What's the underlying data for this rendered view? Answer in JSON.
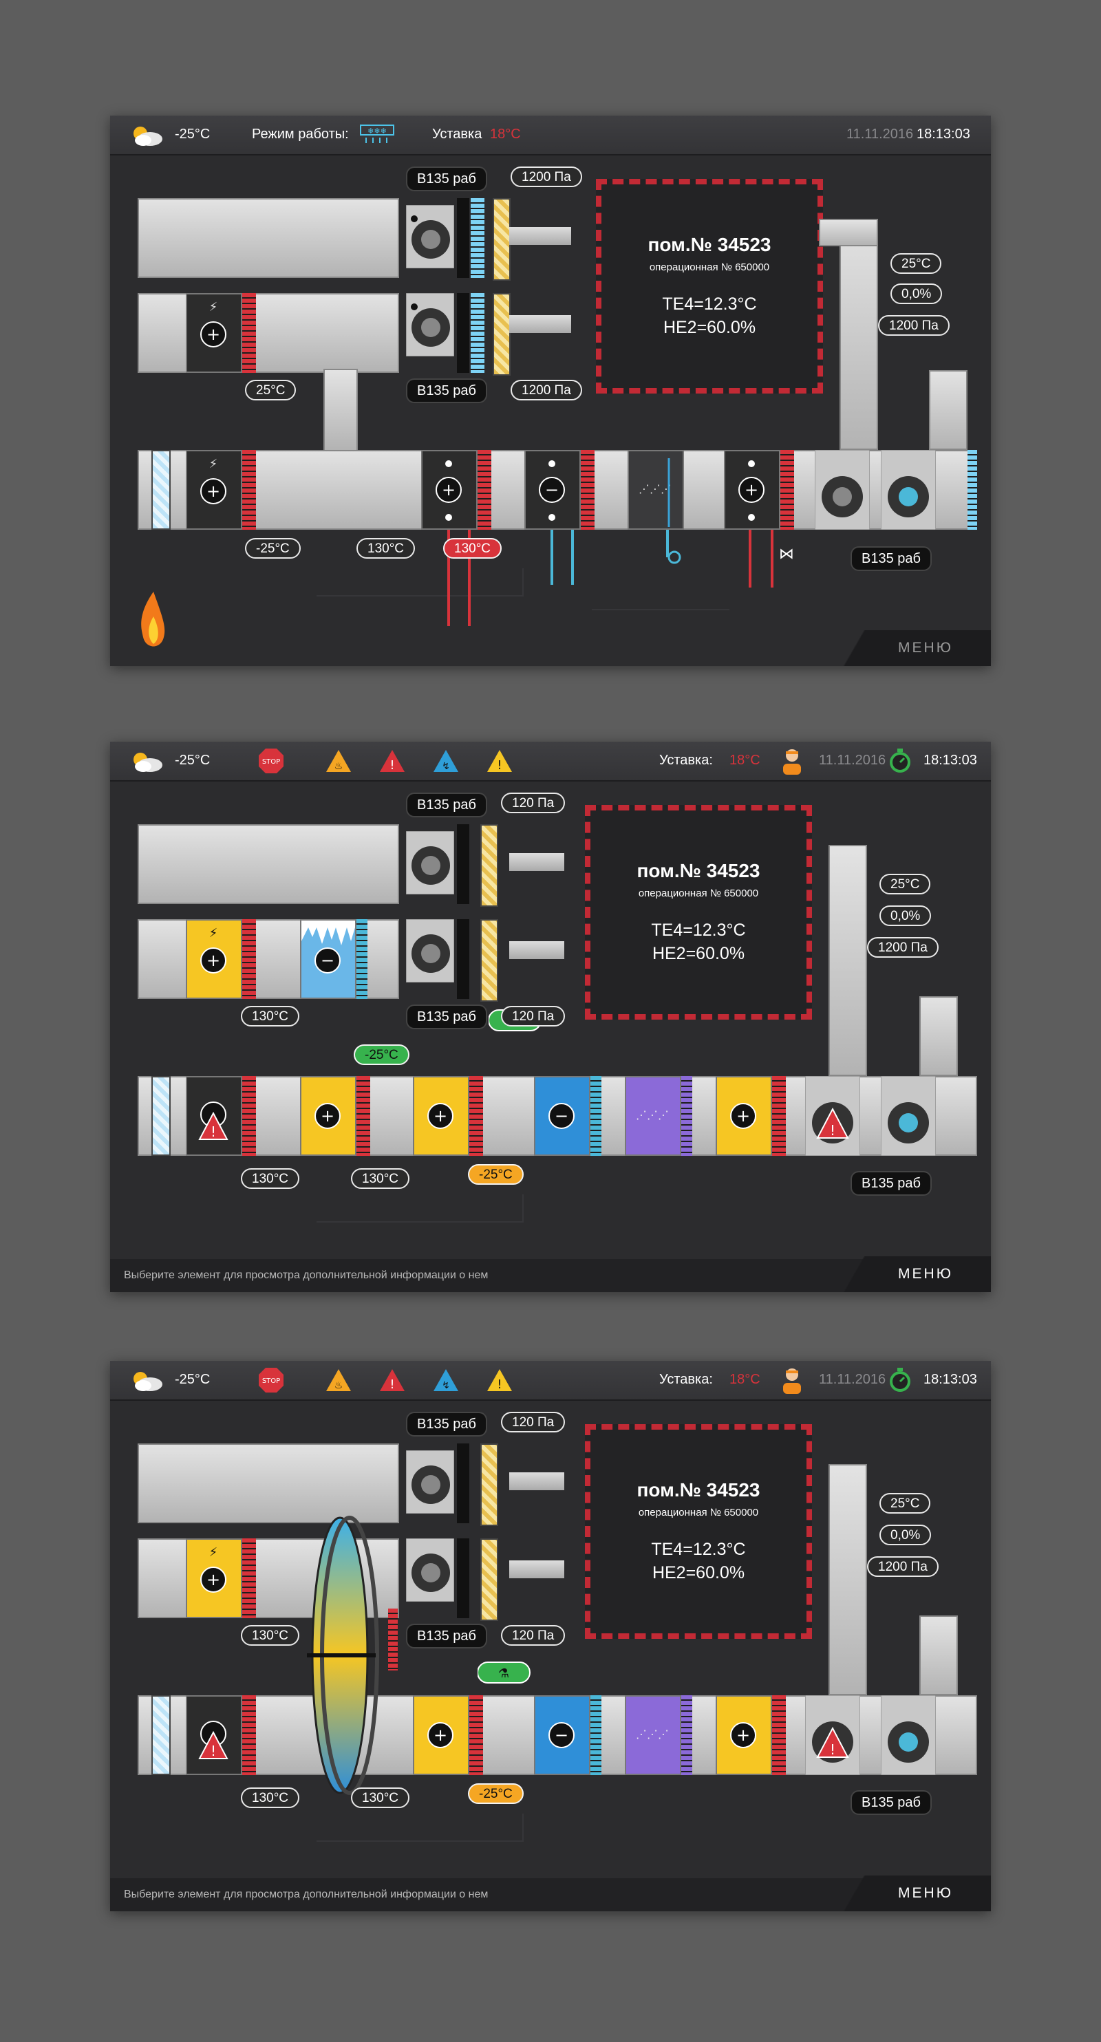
{
  "screen1": {
    "outdoor_temp": "-25°C",
    "mode_label": "Режим работы:",
    "setpoint_label": "Уставка",
    "setpoint_value": "18°C",
    "date": "11.11.2016",
    "time": "18:13:03",
    "fan_top_status": "В135 раб",
    "fan_mid_status": "В135 раб",
    "fan_bottom_status": "В135 раб",
    "pressure_top": "1200 Па",
    "pressure_mid": "1200 Па",
    "room": {
      "title": "пом.№ 34523",
      "subtitle": "операционная № 650000",
      "te": "ТЕ4=12.3°C",
      "he": "НЕ2=60.0%"
    },
    "right_temp": "25°C",
    "right_percent": "0,0%",
    "right_pressure": "1200 Па",
    "mid_temp": "25°C",
    "outdoor_inlet_temp": "-25°C",
    "heater_temp": "130°C",
    "valve_temp": "130°C",
    "menu": "МЕНЮ"
  },
  "screen2": {
    "outdoor_temp": "-25°C",
    "setpoint_label": "Уставка:",
    "setpoint_value": "18°C",
    "date": "11.11.2016",
    "time": "18:13:03",
    "fan_top_status": "В135 раб",
    "fan_mid_status": "В135 раб",
    "fan_bottom_status": "В135 раб",
    "pressure_top": "120 Па",
    "pressure_mid": "120 Па",
    "room": {
      "title": "пом.№ 34523",
      "subtitle": "операционная № 650000",
      "te": "ТЕ4=12.3°C",
      "he": "НЕ2=60.0%"
    },
    "right_temp": "25°C",
    "right_percent": "0,0%",
    "right_pressure": "1200 Па",
    "mid_temp": "130°C",
    "cooler_temp": "-25°C",
    "heater_temp_a": "130°C",
    "heater_temp_b": "130°C",
    "valve_temp": "-25°C",
    "status_hint": "Выберите элемент для просмотра дополнительной информации о нем",
    "menu": "МЕНЮ"
  },
  "screen3": {
    "outdoor_temp": "-25°C",
    "setpoint_label": "Уставка:",
    "setpoint_value": "18°C",
    "date": "11.11.2016",
    "time": "18:13:03",
    "fan_top_status": "В135 раб",
    "fan_mid_status": "В135 раб",
    "fan_bottom_status": "В135 раб",
    "pressure_top": "120 Па",
    "pressure_mid": "120 Па",
    "room": {
      "title": "пом.№ 34523",
      "subtitle": "операционная № 650000",
      "te": "ТЕ4=12.3°C",
      "he": "НЕ2=60.0%"
    },
    "right_temp": "25°C",
    "right_percent": "0,0%",
    "right_pressure": "1200 Па",
    "mid_temp": "130°C",
    "heater_temp_a": "130°C",
    "heater_temp_b": "130°C",
    "valve_temp": "-25°C",
    "status_hint": "Выберите элемент для просмотра дополнительной информации о нем",
    "menu": "МЕНЮ"
  },
  "colors": {
    "accent_red": "#d8333b",
    "heater_yellow": "#f6c623",
    "cooler_blue": "#2f8fd8",
    "humidifier_violet": "#8b6ad8",
    "ok_green": "#37b24d",
    "warning_orange": "#f5a623"
  }
}
